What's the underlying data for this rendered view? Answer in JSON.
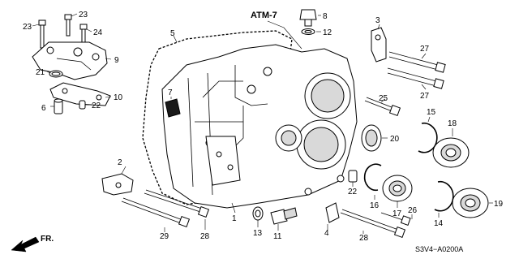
{
  "diagram": {
    "reference_label": "ATM-7",
    "diagram_code": "S3V4−A0200A",
    "direction_label": "FR."
  },
  "callouts": [
    {
      "id": "c1",
      "text": "1"
    },
    {
      "id": "c2",
      "text": "2"
    },
    {
      "id": "c3",
      "text": "3"
    },
    {
      "id": "c4",
      "text": "4"
    },
    {
      "id": "c5",
      "text": "5"
    },
    {
      "id": "c6",
      "text": "6"
    },
    {
      "id": "c7",
      "text": "7"
    },
    {
      "id": "c8",
      "text": "8"
    },
    {
      "id": "c9",
      "text": "9"
    },
    {
      "id": "c10",
      "text": "10"
    },
    {
      "id": "c11",
      "text": "11"
    },
    {
      "id": "c12",
      "text": "12"
    },
    {
      "id": "c13",
      "text": "13"
    },
    {
      "id": "c14",
      "text": "14"
    },
    {
      "id": "c15",
      "text": "15"
    },
    {
      "id": "c16",
      "text": "16"
    },
    {
      "id": "c17",
      "text": "17"
    },
    {
      "id": "c18",
      "text": "18"
    },
    {
      "id": "c19",
      "text": "19"
    },
    {
      "id": "c20",
      "text": "20"
    },
    {
      "id": "c21",
      "text": "21"
    },
    {
      "id": "c22a",
      "text": "22"
    },
    {
      "id": "c22b",
      "text": "22"
    },
    {
      "id": "c23a",
      "text": "23"
    },
    {
      "id": "c23b",
      "text": "23"
    },
    {
      "id": "c24",
      "text": "24"
    },
    {
      "id": "c25",
      "text": "25"
    },
    {
      "id": "c26",
      "text": "26"
    },
    {
      "id": "c27a",
      "text": "27"
    },
    {
      "id": "c27b",
      "text": "27"
    },
    {
      "id": "c28a",
      "text": "28"
    },
    {
      "id": "c28b",
      "text": "28"
    },
    {
      "id": "c29",
      "text": "29"
    }
  ]
}
